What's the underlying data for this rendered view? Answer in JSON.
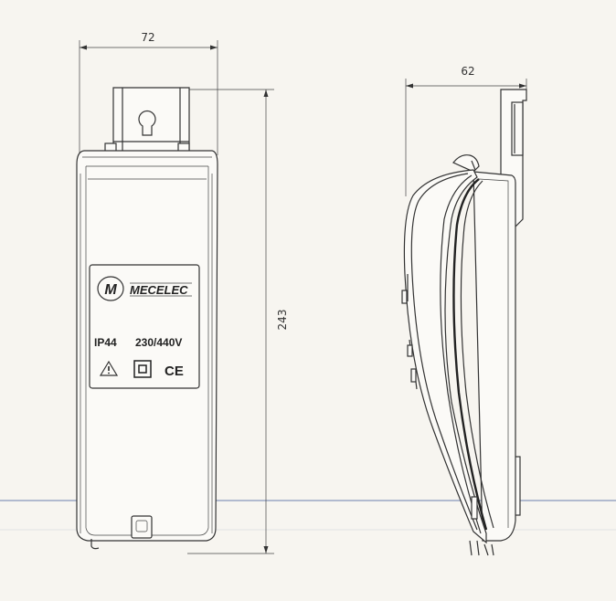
{
  "front_view": {
    "width_dimension": "72",
    "height_dimension": "243",
    "brand_name": "MECELEC",
    "brand_logo_initials": "M",
    "ip_rating": "IP44",
    "voltage": "230/440V",
    "ce_mark": "CE",
    "symbols": [
      "warning-triangle-icon",
      "double-insulation-icon",
      "ce-mark-icon"
    ]
  },
  "side_view": {
    "depth_dimension": "62"
  },
  "colors": {
    "line": "#333333",
    "background": "#f7f5f0",
    "scan_line": "#9aa6c4"
  }
}
